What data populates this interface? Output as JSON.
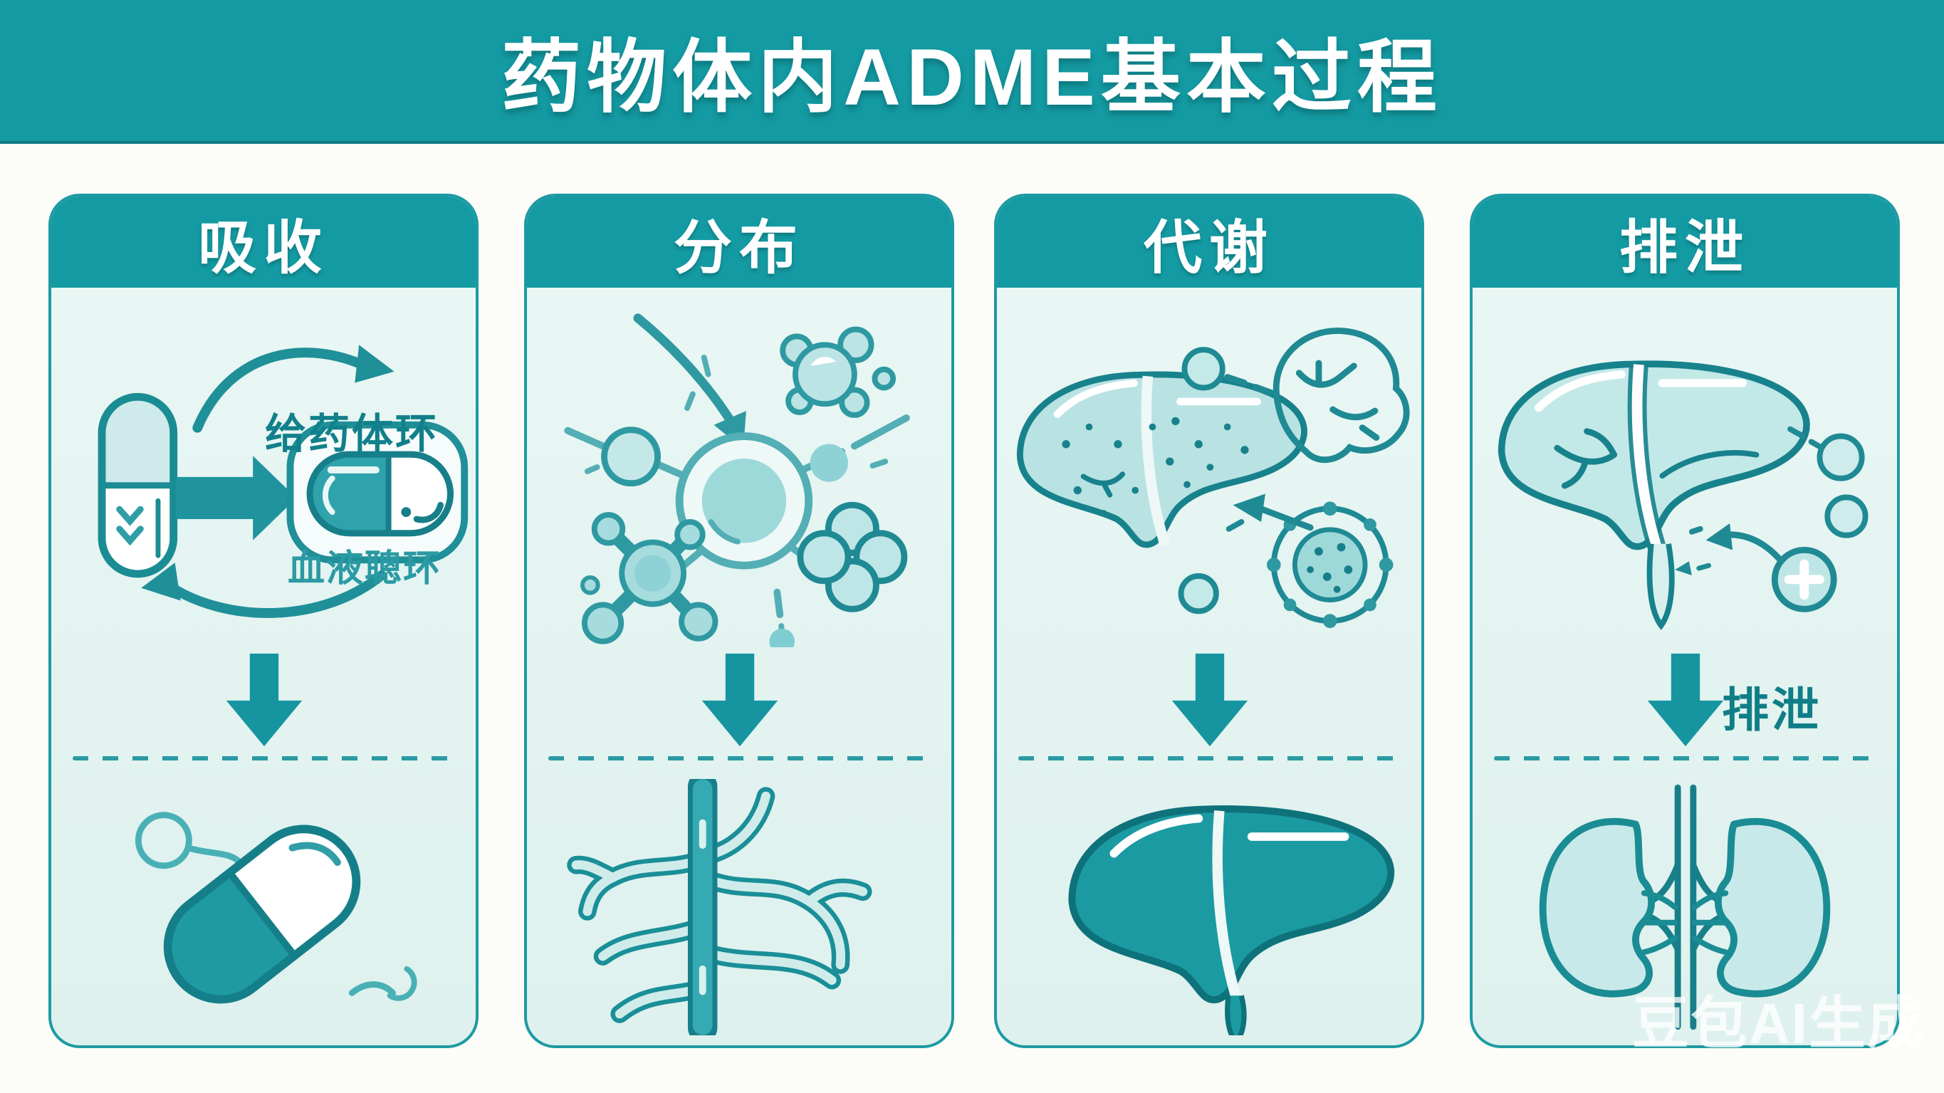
{
  "header": {
    "title": "药物体内ADME基本过程"
  },
  "panels": [
    {
      "id": "absorption",
      "title": "吸收",
      "labels": {
        "cycle_top": "给药体环",
        "cycle_bottom": "血液聰环"
      }
    },
    {
      "id": "distribution",
      "title": "分布"
    },
    {
      "id": "metabolism",
      "title": "代谢"
    },
    {
      "id": "excretion",
      "title": "排泄",
      "labels": {
        "arrow": "排泄"
      }
    }
  ],
  "watermark": {
    "text": "豆包AI生成"
  },
  "colors": {
    "header_bg": "#149aa2",
    "panel_bg": "#e7f6f3",
    "panel_border": "#1e9aa2",
    "stroke_dark": "#177f8a",
    "accent": "#2f9ea7",
    "light_fill": "#bfe5e5",
    "solid_organ": "#1b9aa2",
    "label_dark": "#11808a",
    "divider": "#2a9aa3",
    "watermark_color": "rgba(255,255,255,0.78)"
  }
}
